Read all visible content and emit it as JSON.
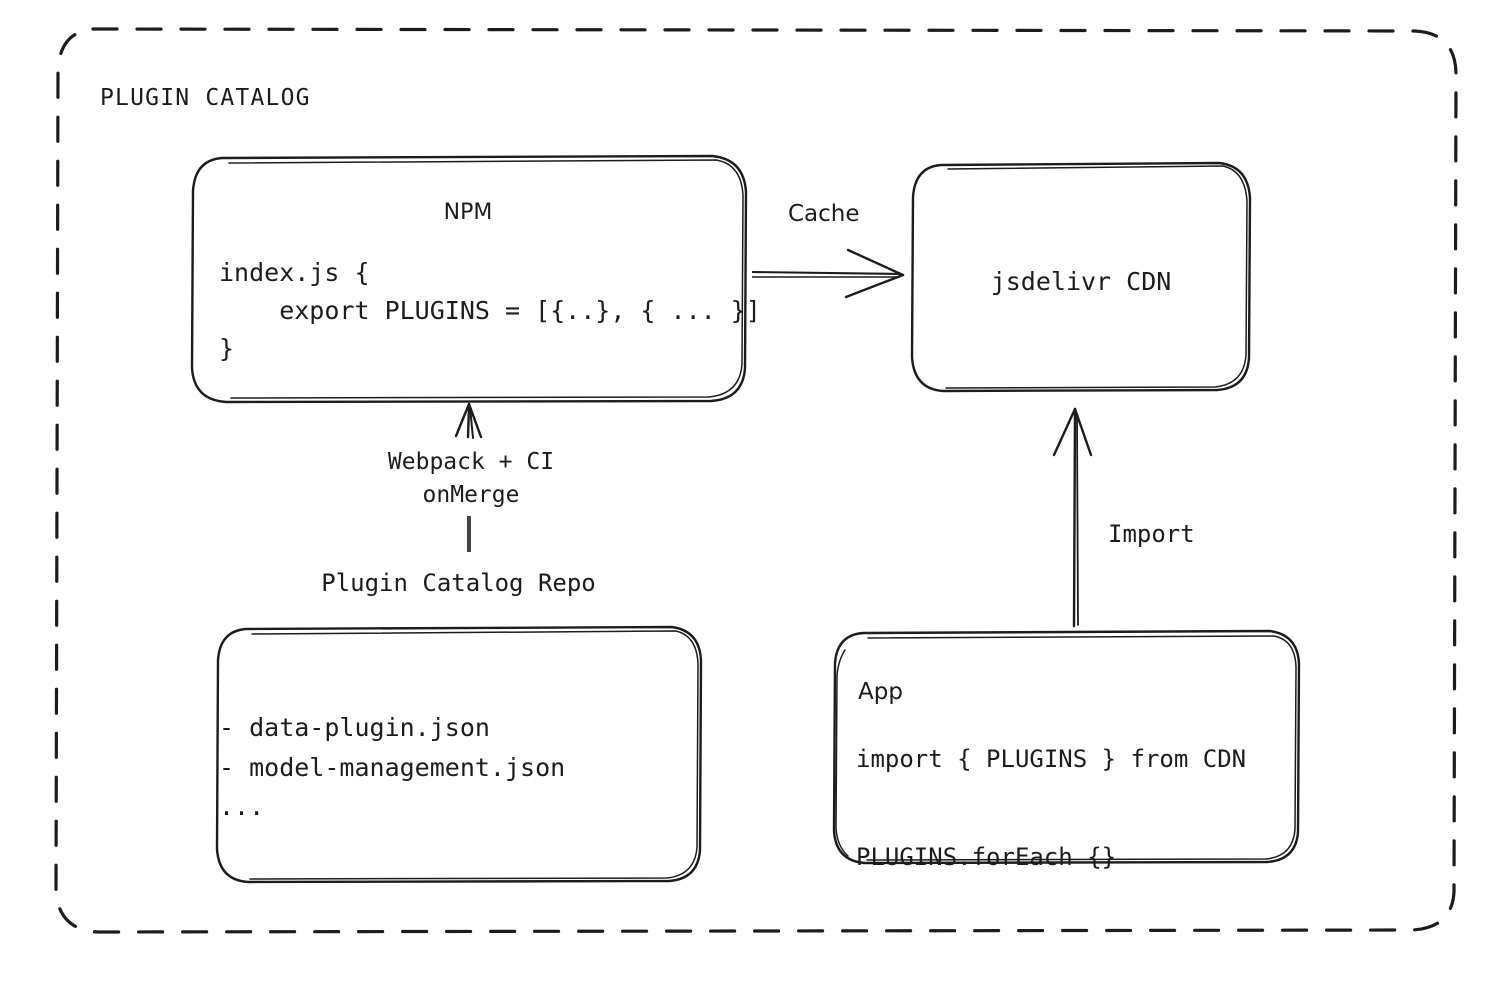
{
  "diagram": {
    "title": "PLUGIN CATALOG",
    "background": "#ffffff",
    "stroke_color": "#1c1c1c",
    "style": "hand-drawn dashed container with rounded rectangle nodes"
  },
  "nodes": {
    "npm": {
      "title": "NPM",
      "code": "index.js {\n    export PLUGINS = [{..}, { ... }]\n}"
    },
    "cdn": {
      "title": "jsdelivr CDN"
    },
    "repo": {
      "caption": "Plugin Catalog Repo",
      "items": "- data-plugin.json\n- model-management.json\n..."
    },
    "app": {
      "title": "App",
      "code": "import { PLUGINS } from CDN\n\nPLUGINS.forEach {}"
    }
  },
  "edges": {
    "cache": {
      "label": "Cache",
      "from": "npm",
      "to": "cdn",
      "direction": "right"
    },
    "build": {
      "label": "Webpack + CI\nonMerge",
      "from": "repo",
      "to": "npm",
      "direction": "up"
    },
    "import": {
      "label": "Import",
      "from": "app",
      "to": "cdn",
      "direction": "up"
    }
  }
}
